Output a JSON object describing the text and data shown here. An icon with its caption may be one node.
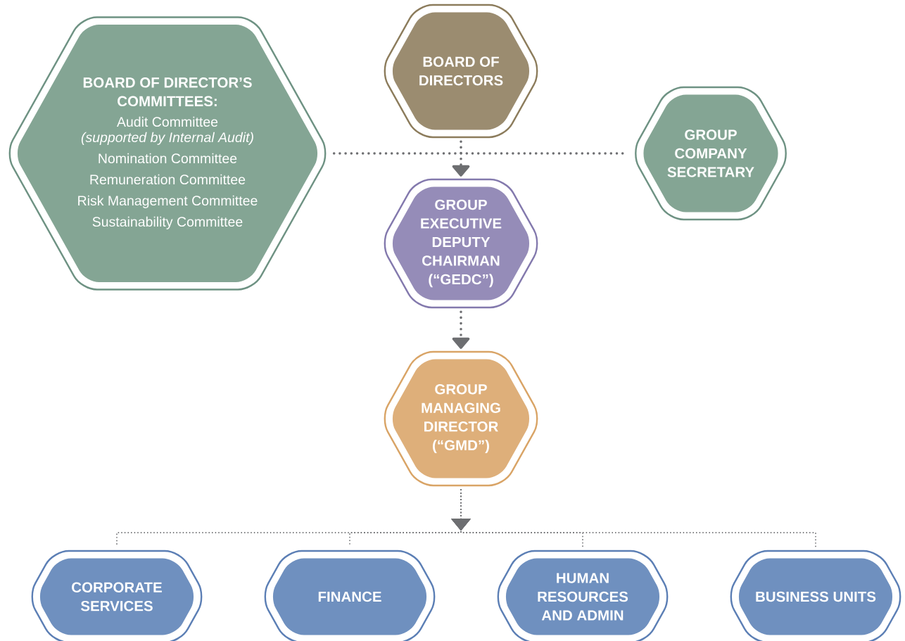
{
  "diagram": {
    "nodes": [
      {
        "text": [
          "BOARD OF DIRECTORS"
        ]
      },
      {
        "text": [
          "BOARD OF DIRECTOR’S COMMITTEES:",
          "Audit Committee",
          "*(supported by Internal Audit)*",
          "Nomination Committee",
          "Remuneration Committee",
          "Risk Management Committee",
          "Sustainability Committee"
        ]
      },
      {
        "text": [
          "GROUP COMPANY SECRETARY"
        ]
      },
      {
        "text": [
          "GROUP EXECUTIVE DEPUTY CHAIRMAN (“GEDC”)"
        ]
      },
      {
        "text": [
          "GROUP MANAGING DIRECTOR (“GMD”)"
        ]
      },
      {
        "text": [
          "CORPORATE SERVICES"
        ]
      },
      {
        "text": [
          "FINANCE"
        ]
      },
      {
        "text": [
          "HUMAN RESOURCES AND ADMIN"
        ]
      },
      {
        "text": [
          "BUSINESS UNITS"
        ]
      }
    ],
    "edges": [
      {
        "from": 0,
        "to": 3,
        "arrow": "to"
      },
      {
        "from": 1,
        "to": 2,
        "arrow": "none"
      },
      {
        "from": 3,
        "to": 4,
        "arrow": "to"
      },
      {
        "from": 4,
        "to": 5,
        "arrow": "to"
      },
      {
        "from": 4,
        "to": 6,
        "arrow": "to"
      },
      {
        "from": 4,
        "to": 7,
        "arrow": "to"
      },
      {
        "from": 4,
        "to": 8,
        "arrow": "to"
      }
    ]
  }
}
